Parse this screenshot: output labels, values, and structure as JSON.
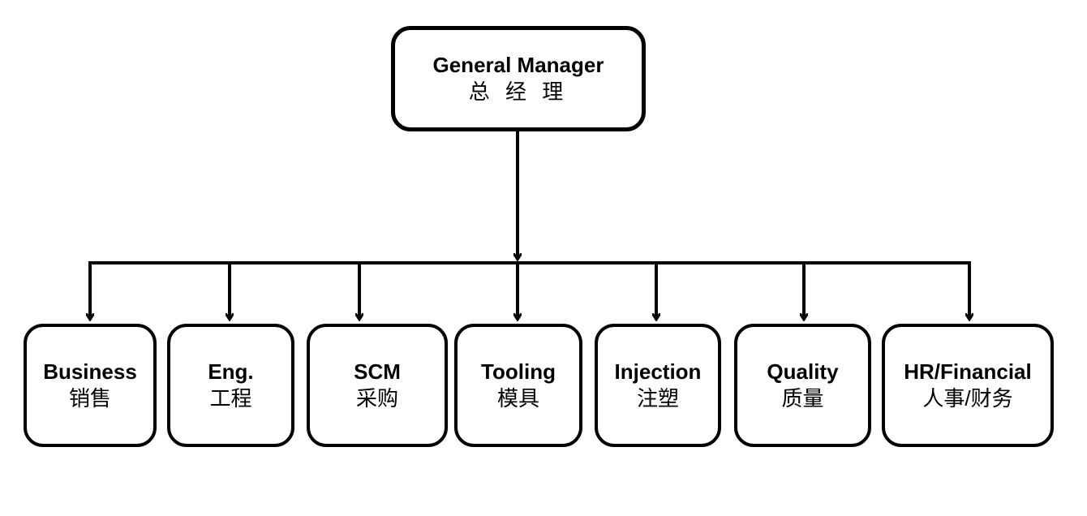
{
  "root": {
    "en": "General Manager",
    "zh": "总 经 理"
  },
  "departments": [
    {
      "en": "Business",
      "zh": "销售"
    },
    {
      "en": "Eng.",
      "zh": "工程"
    },
    {
      "en": "SCM",
      "zh": "采购"
    },
    {
      "en": "Tooling",
      "zh": "模具"
    },
    {
      "en": "Injection",
      "zh": "注塑"
    },
    {
      "en": "Quality",
      "zh": "质量"
    },
    {
      "en": "HR/Financial",
      "zh": "人事/财务"
    }
  ],
  "colors": {
    "line": "#000000",
    "box_border": "#000000",
    "background": "#ffffff"
  }
}
